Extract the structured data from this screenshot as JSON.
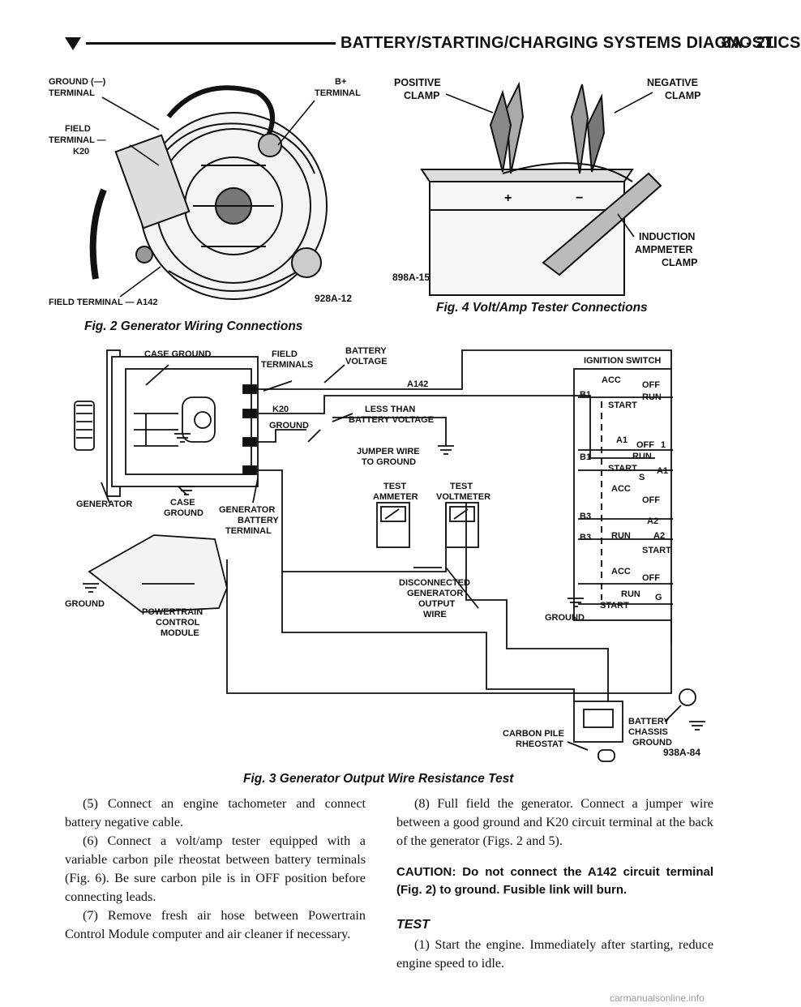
{
  "header": {
    "title": "BATTERY/STARTING/CHARGING SYSTEMS DIAGNOSTICS",
    "page": "8A - 21"
  },
  "fig2": {
    "caption": "Fig. 2 Generator Wiring Connections",
    "code": "928A-12",
    "labels": {
      "ground_a": "GROUND (—)",
      "ground_b": "TERMINAL",
      "bplus_a": "B+",
      "bplus_b": "TERMINAL",
      "field_a": "FIELD",
      "field_b": "TERMINAL —",
      "field_c": "K20",
      "field_bottom": "FIELD TERMINAL — A142"
    }
  },
  "fig4": {
    "caption": "Fig. 4 Volt/Amp Tester Connections",
    "code": "898A-15",
    "labels": {
      "pos_a": "POSITIVE",
      "pos_b": "CLAMP",
      "neg_a": "NEGATIVE",
      "neg_b": "CLAMP",
      "ind_a": "INDUCTION",
      "ind_b": "AMPMETER",
      "ind_c": "CLAMP"
    }
  },
  "fig3": {
    "caption": "Fig. 3 Generator Output Wire Resistance Test",
    "code": "938A-84",
    "labels": {
      "case_ground": "CASE GROUND",
      "field_terminals_a": "FIELD",
      "field_terminals_b": "TERMINALS",
      "battery_voltage_a": "BATTERY",
      "battery_voltage_b": "VOLTAGE",
      "a142": "A142",
      "k20": "K20",
      "ground": "GROUND",
      "less_than_a": "LESS THAN",
      "less_than_b": "BATTERY VOLTAGE",
      "jumper_a": "JUMPER WIRE",
      "jumper_b": "TO GROUND",
      "generator": "GENERATOR",
      "case_ground2_a": "CASE",
      "case_ground2_b": "GROUND",
      "gen_batt_a": "GENERATOR",
      "gen_batt_b": "BATTERY",
      "gen_batt_c": "TERMINAL",
      "test_ammeter_a": "TEST",
      "test_ammeter_b": "AMMETER",
      "test_voltmeter_a": "TEST",
      "test_voltmeter_b": "VOLTMETER",
      "disconnected_a": "DISCONNECTED",
      "disconnected_b": "GENERATOR",
      "disconnected_c": "OUTPUT",
      "disconnected_d": "WIRE",
      "ground_left": "GROUND",
      "pcm_a": "POWERTRAIN",
      "pcm_b": "CONTROL",
      "pcm_c": "MODULE",
      "ignition_switch": "IGNITION SWITCH",
      "ground_sw": "GROUND",
      "battery": "BATTERY",
      "chassis_a": "CHASSIS",
      "chassis_b": "GROUND",
      "carbon_a": "CARBON PILE",
      "carbon_b": "RHEOSTAT",
      "sw_acc1": "ACC",
      "sw_off1": "OFF",
      "sw_run1": "RUN",
      "sw_b1a": "B1",
      "sw_start1": "START",
      "sw_a1a": "A1",
      "sw_off2": "OFF",
      "sw_one": "1",
      "sw_b1b": "B1",
      "sw_run2": "RUN",
      "sw_start2": "START",
      "sw_a1b": "A1",
      "sw_s": "S",
      "sw_acc2": "ACC",
      "sw_off3": "OFF",
      "sw_b3a": "B3",
      "sw_a2a": "A2",
      "sw_b3b": "B3",
      "sw_run3": "RUN",
      "sw_a2b": "A2",
      "sw_start3": "START",
      "sw_acc3": "ACC",
      "sw_off4": "OFF",
      "sw_run4": "RUN",
      "sw_g": "G",
      "sw_start4": "START"
    }
  },
  "body": {
    "left": [
      "(5) Connect an engine tachometer and connect battery negative cable.",
      "(6) Connect a volt/amp tester equipped with a variable carbon pile rheostat between battery terminals (Fig. 6). Be sure carbon pile is in OFF position before connecting leads.",
      "(7) Remove fresh air hose between Powertrain Control Module computer and air cleaner if necessary."
    ],
    "right_p8": "(8) Full field the generator. Connect a jumper wire between a good ground and K20 circuit terminal at the back of the generator (Figs. 2 and 5).",
    "caution": "CAUTION: Do not connect the A142 circuit terminal (Fig. 2) to ground. Fusible link will burn.",
    "section": "TEST",
    "right_p1": "(1) Start the engine. Immediately after starting, reduce engine speed to idle."
  },
  "watermark": "carmanualsonline.info"
}
